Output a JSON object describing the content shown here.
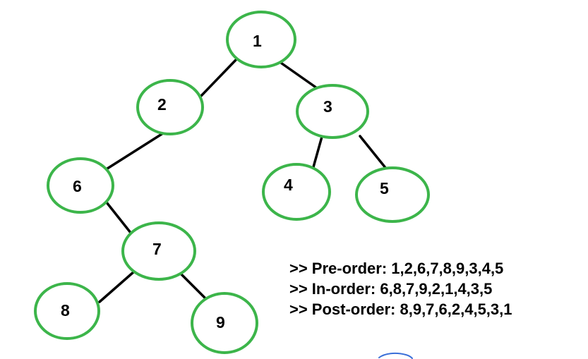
{
  "colors": {
    "node_stroke": "#3cb54a",
    "edge": "#000000",
    "text": "#000000",
    "scribble": "#3a6fd8"
  },
  "tree": {
    "nodes": [
      {
        "id": "1",
        "label": "1"
      },
      {
        "id": "2",
        "label": "2"
      },
      {
        "id": "3",
        "label": "3"
      },
      {
        "id": "4",
        "label": "4"
      },
      {
        "id": "5",
        "label": "5"
      },
      {
        "id": "6",
        "label": "6"
      },
      {
        "id": "7",
        "label": "7"
      },
      {
        "id": "8",
        "label": "8"
      },
      {
        "id": "9",
        "label": "9"
      }
    ],
    "edges": [
      {
        "from": "1",
        "to": "2"
      },
      {
        "from": "1",
        "to": "3"
      },
      {
        "from": "2",
        "to": "6"
      },
      {
        "from": "3",
        "to": "4"
      },
      {
        "from": "3",
        "to": "5"
      },
      {
        "from": "6",
        "to": "7"
      },
      {
        "from": "7",
        "to": "8"
      },
      {
        "from": "7",
        "to": "9"
      }
    ]
  },
  "traversals": [
    {
      "text": ">> Pre-order: 1,2,6,7,8,9,3,4,5"
    },
    {
      "text": ">> In-order: 6,8,7,9,2,1,4,3,5"
    },
    {
      "text": ">> Post-order: 8,9,7,6,2,4,5,3,1"
    }
  ]
}
